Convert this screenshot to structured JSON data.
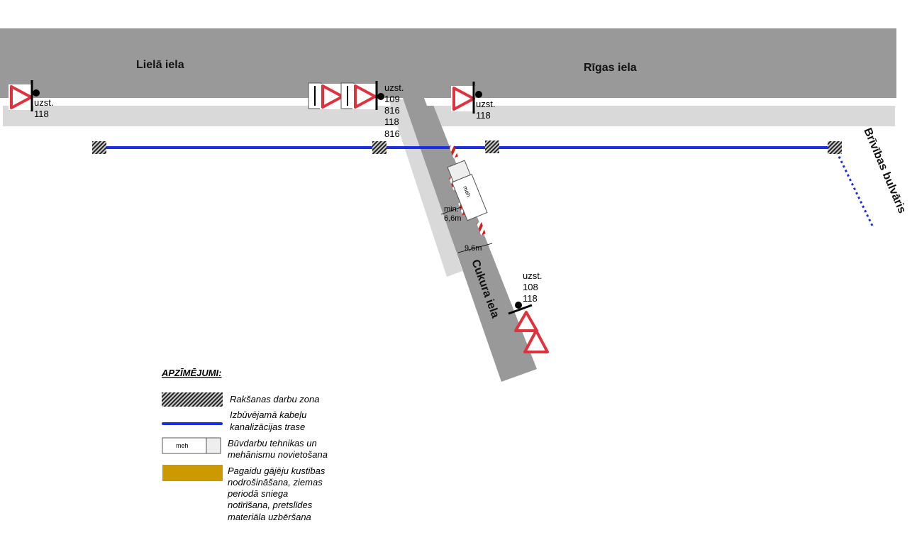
{
  "streets": {
    "liela": "Lielā iela",
    "rigas": "Rīgas iela",
    "cukura": "Cukura iela",
    "brivibas": "Brīvības bulvāris"
  },
  "signs": {
    "left": [
      "uzst.",
      "118"
    ],
    "middle": [
      "uzst.",
      "109",
      "816",
      "118",
      "816"
    ],
    "right": [
      "uzst.",
      "118"
    ],
    "cukura": [
      "uzst.",
      "108",
      "118"
    ]
  },
  "vehicle_label": "meh",
  "dimensions": {
    "min_label": "min.",
    "min_value": "6,6m",
    "width": "9,6m"
  },
  "colors": {
    "road": "#999999",
    "sidewalk": "#d9d9d9",
    "cable": "#1a2ee6",
    "pedestrian": "#cc9900",
    "sign_red": "#e0323c"
  },
  "legend": {
    "title": "APZĪMĒJUMI:",
    "items": [
      {
        "lines": [
          "Rakšanas darbu zona"
        ]
      },
      {
        "lines": [
          "Izbūvējamā kabeļu",
          "kanalizācijas trase"
        ]
      },
      {
        "symbol": "meh",
        "lines": [
          "Būvdarbu tehnikas un",
          "mehānismu novietošana"
        ]
      },
      {
        "lines": [
          "Pagaidu gājēju kustības",
          "nodrošināšana, ziemas",
          "periodā sniega",
          "notīrīšana, pretslīdes",
          "materiāla uzbēršana"
        ]
      }
    ]
  }
}
